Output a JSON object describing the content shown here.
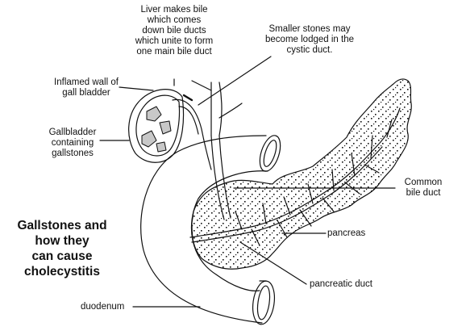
{
  "title": {
    "lines": [
      "Gallstones and",
      "how they",
      "can cause",
      "cholecystitis"
    ]
  },
  "labels": {
    "liver_bile": [
      "Liver makes bile",
      "which comes",
      "down bile ducts",
      "which unite to form",
      "one main bile duct"
    ],
    "smaller_stones": [
      "Smaller stones may",
      "become lodged in the",
      "cystic duct."
    ],
    "inflamed_wall": [
      "Inflamed wall of",
      "gall bladder"
    ],
    "gallbladder": [
      "Gallbladder",
      "containing",
      "gallstones"
    ],
    "common_bile_duct": [
      "Common",
      "bile duct"
    ],
    "pancreas": "pancreas",
    "pancreatic_duct": "pancreatic duct",
    "duodenum": "duodenum"
  },
  "colors": {
    "ink": "#111111",
    "stone": "#c8c8c8",
    "background": "#ffffff"
  }
}
